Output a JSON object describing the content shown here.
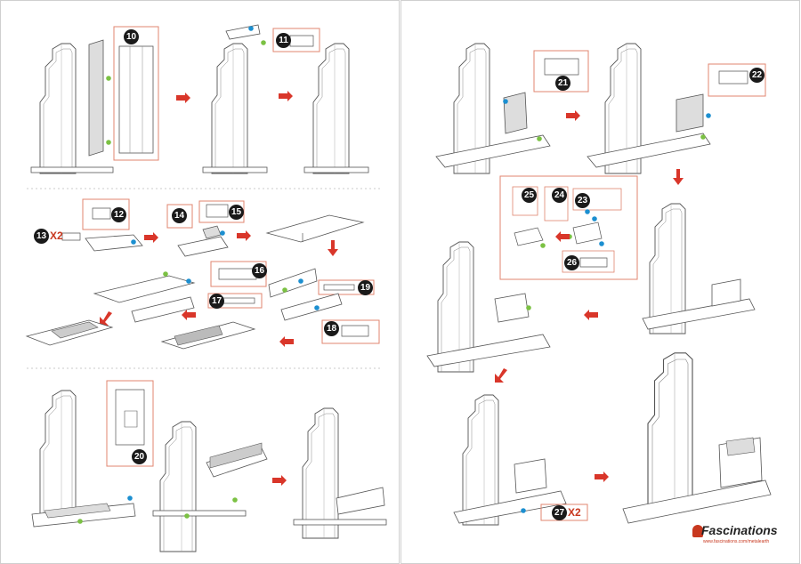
{
  "steps": [
    "10",
    "11",
    "12",
    "13",
    "14",
    "15",
    "16",
    "17",
    "18",
    "19",
    "20",
    "21",
    "22",
    "23",
    "24",
    "25",
    "26",
    "27"
  ],
  "multipliers": {
    "step13": "X2",
    "step27": "X2"
  },
  "brand": {
    "name": "Fascinations",
    "url": "www.fascinations.com/metalearth"
  },
  "colors": {
    "arrow": "#d9362a",
    "callout": "#e0856f",
    "outline": "#555555",
    "dot_blue": "#1c8fd0",
    "dot_green": "#7bc143"
  }
}
